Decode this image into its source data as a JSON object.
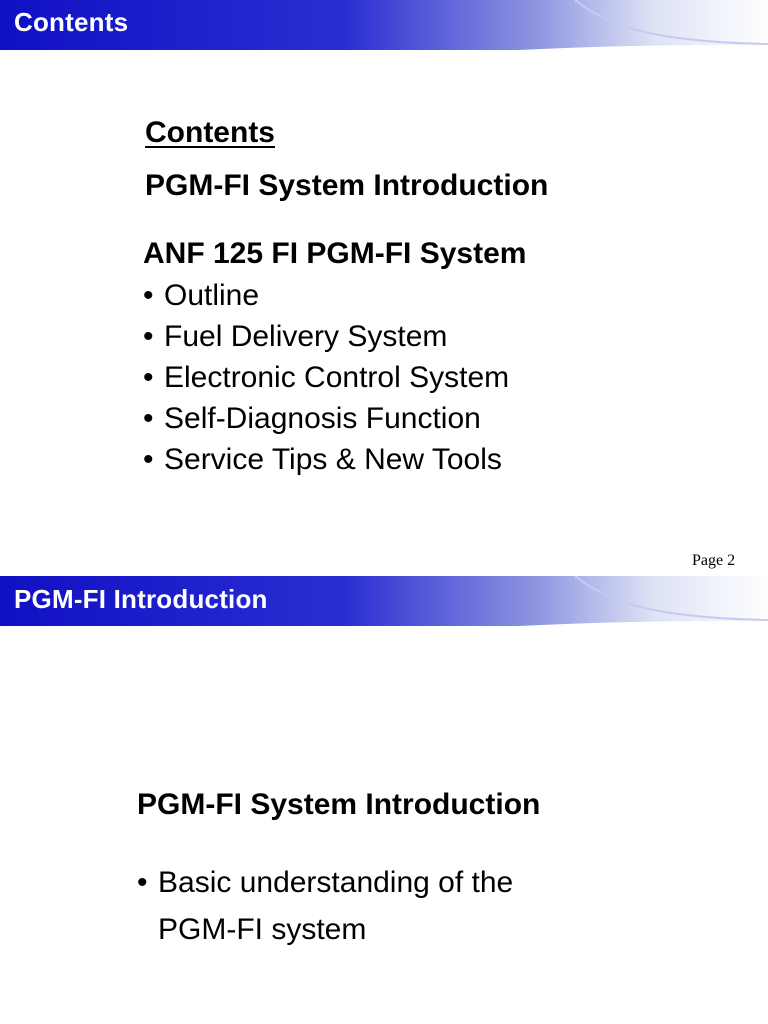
{
  "slides": [
    {
      "banner_title": "Contents",
      "heading": "Contents",
      "subheading": "PGM-FI System Introduction",
      "section_title": "ANF 125 FI PGM-FI System",
      "bullets": [
        "Outline",
        "Fuel Delivery System",
        "Electronic Control System",
        "Self-Diagnosis Function",
        "Service Tips & New Tools"
      ],
      "page_label": "Page 2"
    },
    {
      "banner_title": "PGM-FI Introduction",
      "heading": "PGM-FI System Introduction",
      "bullets": [
        "Basic understanding of the",
        "PGM-FI system"
      ]
    }
  ],
  "colors": {
    "banner_blue": "#1414c8",
    "banner_light": "#e8ecf8",
    "text": "#000000"
  }
}
